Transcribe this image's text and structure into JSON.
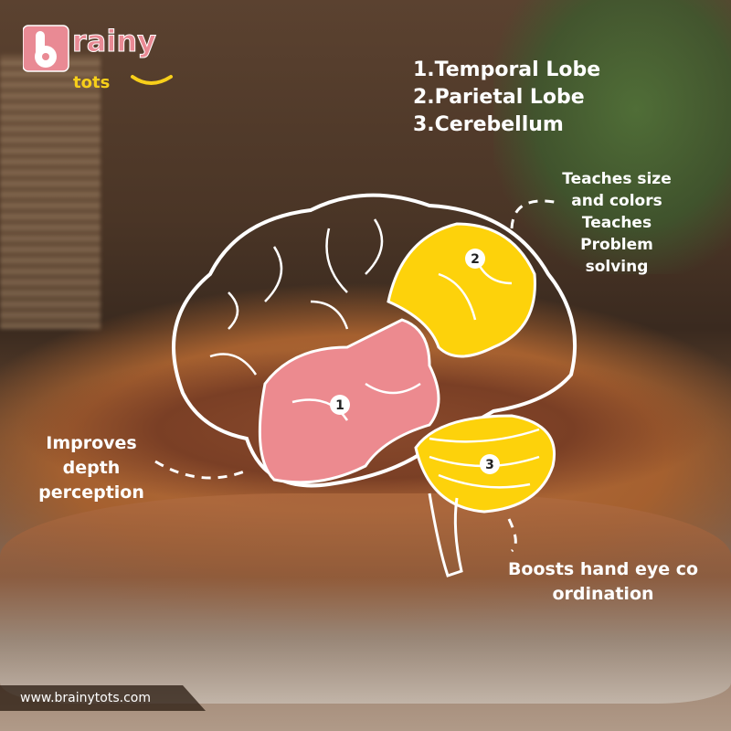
{
  "logo": {
    "text_top": "brainy",
    "text_bottom": "tots"
  },
  "legend": [
    "1.Temporal Lobe",
    "2.Parietal Lobe",
    "3.Cerebellum"
  ],
  "notes": {
    "parietal": [
      "Teaches size and colors",
      "Teaches Problem solving"
    ],
    "temporal": [
      "Improves depth perception"
    ],
    "cerebellum": [
      "Boosts hand eye co ordination"
    ]
  },
  "markers": [
    "1",
    "2",
    "3"
  ],
  "website": "www.brainytots.com",
  "colors": {
    "temporal": "#ec8a8f",
    "parietal": "#fdd20b",
    "cerebellum": "#fdd20b",
    "logo_pink": "#e98a94",
    "logo_yellow": "#f7cf1a"
  }
}
